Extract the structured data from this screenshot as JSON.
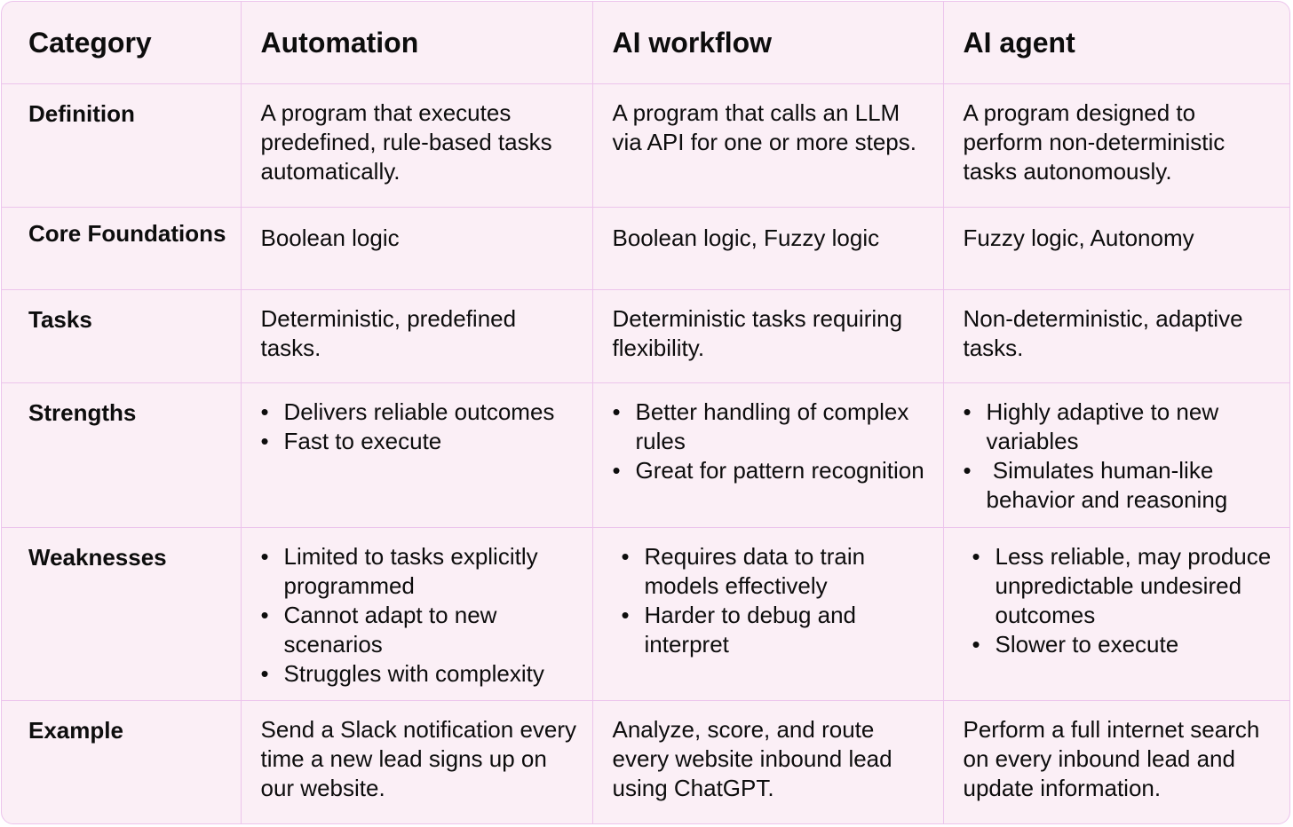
{
  "headers": {
    "category": "Category",
    "automation": "Automation",
    "ai_workflow": "AI workflow",
    "ai_agent": "AI agent"
  },
  "rows": {
    "definition": {
      "label": "Definition",
      "automation": "A program that executes predefined, rule-based tasks automatically.",
      "ai_workflow": "A program that calls an LLM via API for one or more steps.",
      "ai_agent": "A program designed to perform non-deterministic tasks autonomously."
    },
    "core_foundations": {
      "label": "Core Foundations",
      "automation": "Boolean logic",
      "ai_workflow": "Boolean logic, Fuzzy logic",
      "ai_agent": "Fuzzy logic, Autonomy"
    },
    "tasks": {
      "label": "Tasks",
      "automation": "Deterministic, predefined tasks.",
      "ai_workflow": "Deterministic tasks requiring flexibility.",
      "ai_agent": "Non-deterministic, adaptive tasks."
    },
    "strengths": {
      "label": "Strengths",
      "automation": [
        "Delivers reliable outcomes",
        "Fast to execute"
      ],
      "ai_workflow": [
        "Better handling of complex rules",
        "Great for pattern recognition"
      ],
      "ai_agent": [
        "Highly adaptive to new variables",
        " Simulates human-like behavior and reasoning"
      ]
    },
    "weaknesses": {
      "label": "Weaknesses",
      "automation": [
        "Limited to tasks explicitly programmed",
        "Cannot adapt to new scenarios",
        "Struggles with complexity"
      ],
      "ai_workflow": [
        "Requires data to train models effectively",
        "Harder to debug and interpret"
      ],
      "ai_agent": [
        "Less reliable, may produce unpredictable undesired outcomes",
        "Slower to execute"
      ]
    },
    "example": {
      "label": "Example",
      "automation": "Send a Slack notification every time a new lead signs up on our website.",
      "ai_workflow": "Analyze, score, and route every website inbound lead using ChatGPT.",
      "ai_agent": "Perform a full internet search on every inbound lead and update information."
    }
  }
}
